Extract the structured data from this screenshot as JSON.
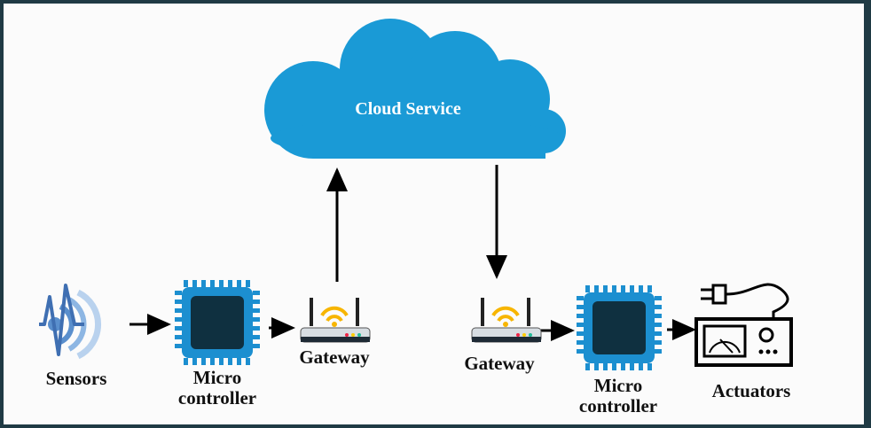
{
  "diagram": {
    "cloud": {
      "label": "Cloud Service",
      "color": "#1a9ad6"
    },
    "left": {
      "sensors_label": "Sensors",
      "micro_label_line1": "Micro",
      "micro_label_line2": "controller",
      "gateway_label": "Gateway"
    },
    "right": {
      "gateway_label": "Gateway",
      "micro_label_line1": "Micro",
      "micro_label_line2": "controller",
      "actuators_label": "Actuators"
    },
    "colors": {
      "chip_blue": "#1c8fd0",
      "chip_core": "#0f3040",
      "wifi_orange": "#f7b500",
      "router_gray": "#d7dde2",
      "sensor_blue": "#3f6fb2"
    }
  }
}
